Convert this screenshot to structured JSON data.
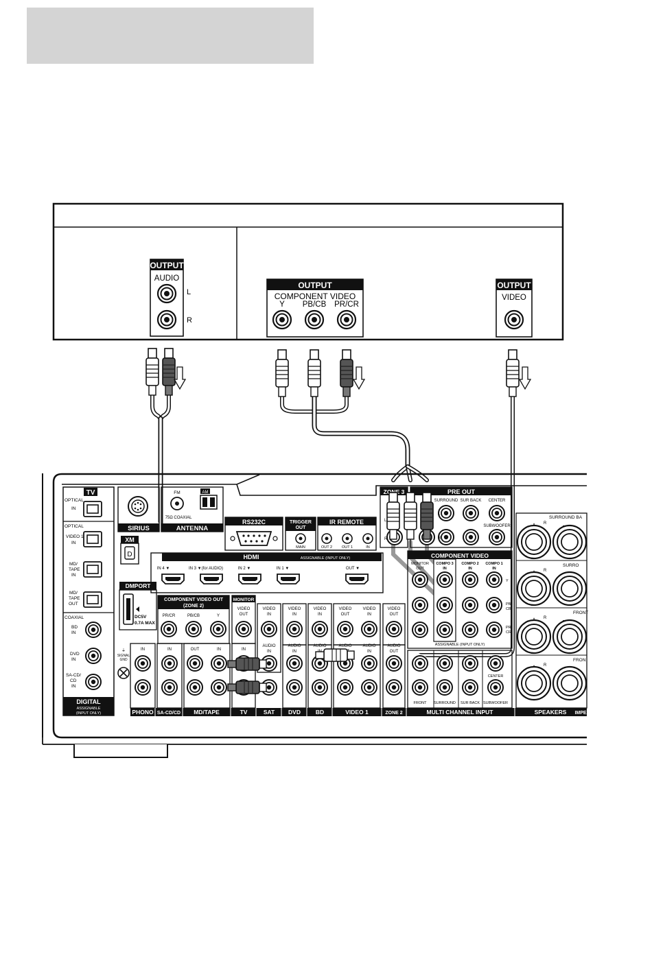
{
  "source_device": {
    "audio_output": {
      "heading": "OUTPUT",
      "label": "AUDIO",
      "left": "L",
      "right": "R"
    },
    "component_output": {
      "heading": "OUTPUT",
      "label": "COMPONENT VIDEO",
      "y": "Y",
      "pb": "PB/CB",
      "pr": "PR/CR"
    },
    "video_output": {
      "heading": "OUTPUT",
      "label": "VIDEO"
    }
  },
  "receiver": {
    "tv_block": "TV",
    "optical_in": "OPTICAL\nIN",
    "optical": "OPTICAL",
    "video1_in": "VIDEO 1\nIN",
    "md_tape_in": "MD/\nTAPE\nIN",
    "md_tape_out": "MD/\nTAPE\nOUT",
    "coaxial": "COAXIAL",
    "bd_in": "BD\nIN",
    "dvd_in": "DVD\nIN",
    "sacd_in": "SA-CD/\nCD\nIN",
    "digital": "DIGITAL",
    "digital_note": "ASSIGNABLE\n(INPUT ONLY)",
    "sirius": "SIRIUS",
    "xm": "XM",
    "dmport": "DMPORT",
    "dmport_power": "DC5V\n0.7A MAX",
    "signal_gnd": "SIGNAL\nGND",
    "antenna": "ANTENNA",
    "fm": "FM",
    "am": "AM",
    "coaxial_75": "75Ω COAXIAL",
    "rs232c": "RS232C",
    "trigger_out": "TRIGGER\nOUT",
    "trigger_main": "MAIN",
    "ir_remote": "IR REMOTE",
    "ir_out2": "OUT 2",
    "ir_out1": "OUT 1",
    "ir_in": "IN",
    "hdmi": "HDMI",
    "hdmi_note": "ASSIGNABLE (INPUT ONLY)",
    "hdmi_ports": [
      "IN 4",
      "IN 3",
      "IN 2",
      "IN 1",
      "OUT"
    ],
    "hdmi_in3_note": "(for AUDIO)",
    "comp_video_out_zone2": "COMPONENT VIDEO OUT\n(ZONE 2)",
    "zone2_pr": "PR/CR",
    "zone2_pb": "PB/CB",
    "zone2_y": "Y",
    "monitor": "MONITOR",
    "video_out": "VIDEO\nOUT",
    "video_in": "VIDEO\nIN",
    "audio_in": "AUDIO\nIN",
    "audio_out": "AUDIO\nOUT",
    "in": "IN",
    "out": "OUT",
    "zone3": "ZONE 3",
    "pre_out": "PRE OUT",
    "pre_surround": "SURROUND",
    "pre_sur_back": "SUR BACK",
    "pre_center": "CENTER",
    "pre_subwoofer": "SUBWOOFER",
    "component_video": "COMPONENT VIDEO",
    "monitor_out": "MONITOR\nOUT",
    "compo3_in": "COMPO 3\nIN",
    "compo2_in": "COMPO 2\nIN",
    "compo1_in": "COMPO 1\nIN",
    "comp_y": "Y",
    "comp_pb": "PB/\nCB",
    "comp_pr": "PR/\nCR",
    "assignable_input_only": "ASSIGNABLE (INPUT ONLY)",
    "bottom_labels": [
      "PHONO",
      "SA-CD/CD",
      "MD/TAPE",
      "TV",
      "SAT",
      "DVD",
      "BD",
      "VIDEO 1",
      "ZONE 2",
      "MULTI CHANNEL INPUT",
      "SPEAKERS"
    ],
    "speakers_impedance": "IMPE",
    "multi_front": "FRONT",
    "multi_surround": "SURROUND",
    "multi_sur_back": "SUR BACK",
    "multi_subwoofer": "SUBWOOFER",
    "multi_center": "CENTER",
    "spk_surround_back": "SURROUND BA",
    "spk_surround": "SURRO",
    "spk_front": "FRONT",
    "spk_front2": "FRON",
    "L": "L",
    "R": "R"
  }
}
